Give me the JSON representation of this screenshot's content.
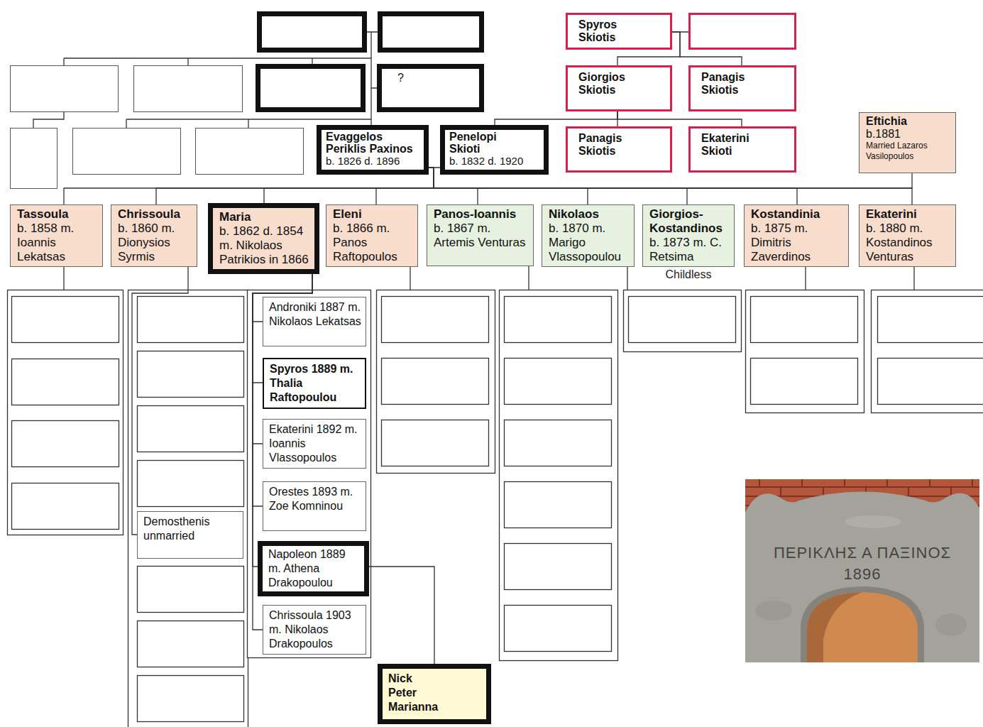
{
  "diagram": {
    "nodes": [
      {
        "text": [
          "Spyros Skiotis"
        ]
      },
      {
        "text": [
          "?"
        ]
      },
      {
        "text": [
          "Giorgios Skiotis"
        ]
      },
      {
        "text": [
          "Panagis Skiotis"
        ]
      },
      {
        "text": [
          "Panagis Skiotis"
        ]
      },
      {
        "text": [
          "Ekaterini Skioti"
        ]
      },
      {
        "text": [
          "Eftichia",
          "b.1881",
          "Married Lazaros Vasilopoulos"
        ]
      },
      {
        "text": [
          "Evaggelos Periklis Paxinos",
          "b. 1826 d. 1896"
        ]
      },
      {
        "text": [
          "Penelopi Skioti",
          "b. 1832 d. 1920"
        ]
      },
      {
        "text": [
          "Tassoula",
          "b. 1858 m. Ioannis Lekatsas"
        ]
      },
      {
        "text": [
          "Chrissoula",
          "b. 1860 m. Dionysios Syrmis"
        ]
      },
      {
        "text": [
          "Maria",
          "b. 1862 d. 1854 m. Nikolaos Patrikios in 1866"
        ]
      },
      {
        "text": [
          "Eleni",
          "b. 1866 m. Panos Raftopoulos"
        ]
      },
      {
        "text": [
          "Panos-Ioannis",
          "b. 1867 m. Artemis Venturas"
        ]
      },
      {
        "text": [
          "Nikolaos",
          "b. 1870 m. Marigo Vlassopoulou"
        ]
      },
      {
        "text": [
          "Giorgios-Kostandinos",
          "b. 1873 m. C. Retsima",
          "Childless"
        ]
      },
      {
        "text": [
          "Kostandinia",
          "b. 1875 m. Dimitris Zaverdinos"
        ]
      },
      {
        "text": [
          "Ekaterini",
          "b. 1880 m. Kostandinos Venturas"
        ]
      },
      {
        "text": [
          "Demosthenis unmarried"
        ]
      },
      {
        "text": [
          "Androniki 1887 m. Nikolaos Lekatsas"
        ]
      },
      {
        "text": [
          "Spyros 1889 m. Thalia Raftopoulou"
        ]
      },
      {
        "text": [
          "Ekaterini 1892 m. Ioannis Vlassopoulos"
        ]
      },
      {
        "text": [
          "Orestes 1893 m. Zoe Komninou"
        ]
      },
      {
        "text": [
          "Napoleon 1889 m. Athena Drakopoulou"
        ]
      },
      {
        "text": [
          "Chrissoula 1903 m. Nikolaos Drakopoulos"
        ]
      },
      {
        "text": [
          "Nick Peter Marianna"
        ]
      }
    ],
    "edges": [
      {
        "from": 0,
        "to": 2,
        "arrow": "none"
      },
      {
        "from": 0,
        "to": 3,
        "arrow": "none"
      },
      {
        "from": 2,
        "to": 8,
        "arrow": "none"
      },
      {
        "from": 2,
        "to": 4,
        "arrow": "none"
      },
      {
        "from": 2,
        "to": 5,
        "arrow": "none"
      },
      {
        "from": 1,
        "to": 7,
        "arrow": "none"
      },
      {
        "from": 7,
        "to": 6,
        "arrow": "none"
      },
      {
        "from": 7,
        "to": 9,
        "arrow": "none"
      },
      {
        "from": 7,
        "to": 10,
        "arrow": "none"
      },
      {
        "from": 7,
        "to": 11,
        "arrow": "none"
      },
      {
        "from": 7,
        "to": 12,
        "arrow": "none"
      },
      {
        "from": 7,
        "to": 13,
        "arrow": "none"
      },
      {
        "from": 7,
        "to": 14,
        "arrow": "none"
      },
      {
        "from": 7,
        "to": 15,
        "arrow": "none"
      },
      {
        "from": 7,
        "to": 16,
        "arrow": "none"
      },
      {
        "from": 7,
        "to": 17,
        "arrow": "none"
      },
      {
        "from": 11,
        "to": 19,
        "arrow": "none"
      },
      {
        "from": 11,
        "to": 20,
        "arrow": "none"
      },
      {
        "from": 11,
        "to": 21,
        "arrow": "none"
      },
      {
        "from": 11,
        "to": 22,
        "arrow": "none"
      },
      {
        "from": 11,
        "to": 23,
        "arrow": "none"
      },
      {
        "from": 11,
        "to": 24,
        "arrow": "none"
      },
      {
        "from": 10,
        "to": 18,
        "arrow": "none"
      },
      {
        "from": 23,
        "to": 25,
        "arrow": "none"
      }
    ],
    "labels": [
      "ΠΕΡΙΚΛΗΣ Α ΠΑΞΙΝΟΣ",
      "1896"
    ]
  }
}
